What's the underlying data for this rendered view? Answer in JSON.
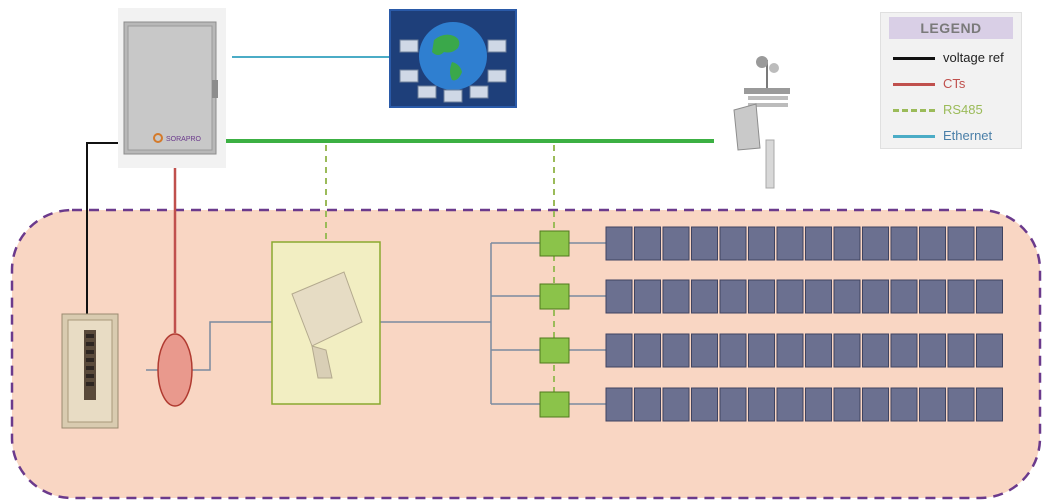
{
  "legend": {
    "title": "LEGEND",
    "items": [
      {
        "label": "voltage ref",
        "color": "#111111",
        "style": "solid",
        "text_color": "#222222"
      },
      {
        "label": "CTs",
        "color": "#c0504d",
        "style": "solid",
        "text_color": "#c0504d"
      },
      {
        "label": "RS485",
        "color": "#9bbb59",
        "style": "dashed",
        "text_color": "#9bbb59"
      },
      {
        "label": "Ethernet",
        "color": "#4bacc6",
        "style": "solid",
        "text_color": "#4a7fa8"
      }
    ]
  },
  "enclosure": {
    "logo_text": "SORAPRO"
  },
  "colors": {
    "site_fill": "#f9d6c3",
    "site_border": "#6b3a8c",
    "inverter_box": "#f2eec2",
    "inverter_border": "#8aa830",
    "combiner": "#8bc34a",
    "panel": "#6b7090",
    "ethernet": "#4bacc6",
    "rs485": "#9bbb59",
    "ct": "#c0504d",
    "green_link": "#3cb043"
  }
}
